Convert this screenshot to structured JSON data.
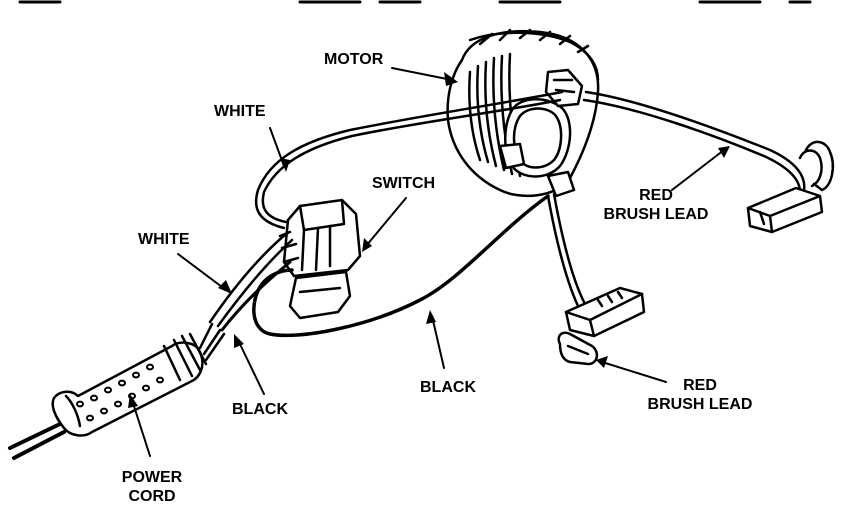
{
  "labels": {
    "motor": "MOTOR",
    "white_top": "WHITE",
    "switch": "SWITCH",
    "white_left": "WHITE",
    "red_brush_lead_right": [
      "RED",
      "BRUSH LEAD"
    ],
    "black_left": "BLACK",
    "black_middle": "BLACK",
    "red_brush_lead_bottom": [
      "RED",
      "BRUSH LEAD"
    ],
    "power_cord": [
      "POWER",
      "CORD"
    ]
  }
}
